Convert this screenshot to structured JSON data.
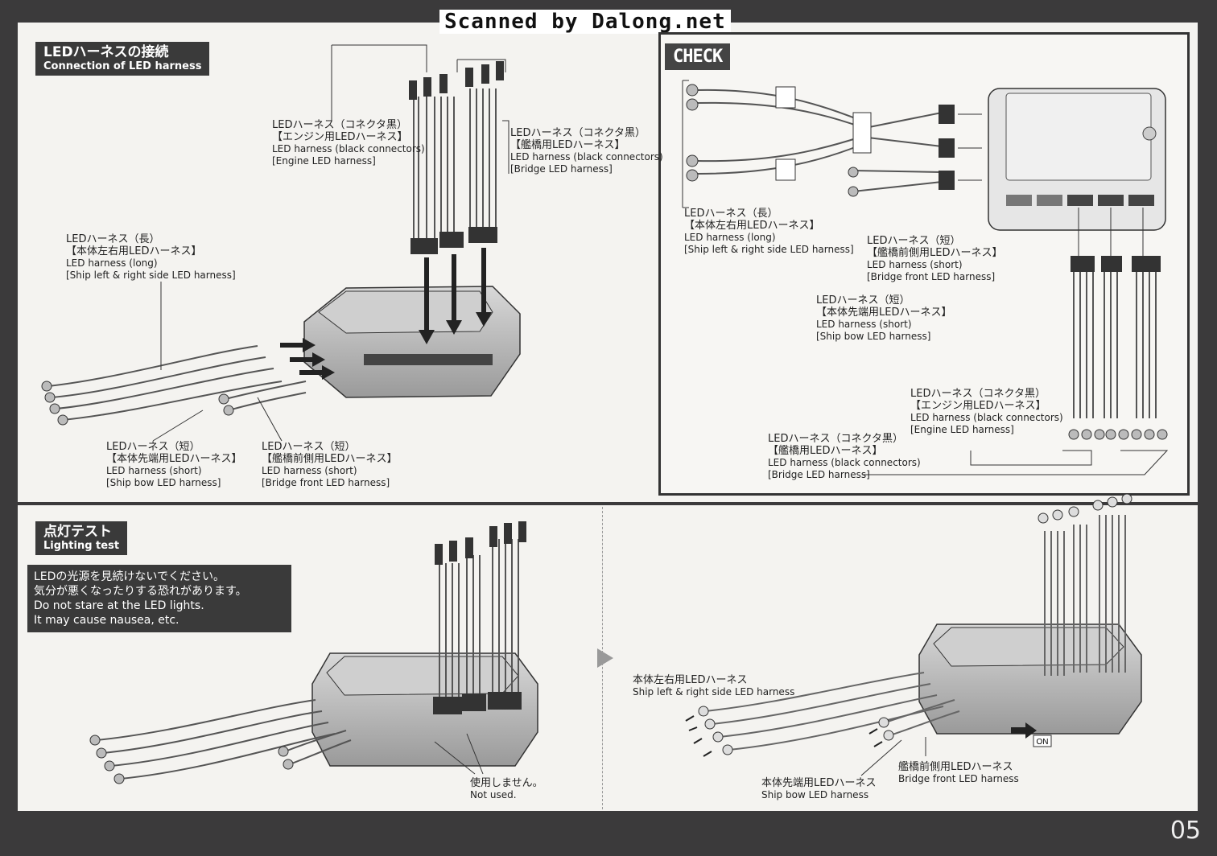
{
  "scan_credit": "Scanned by Dalong.net",
  "page_number": "05",
  "connection": {
    "title_jp": "LEDハーネスの接続",
    "title_en": "Connection of LED harness"
  },
  "check": {
    "title": "CHECK"
  },
  "lighting": {
    "title_jp": "点灯テスト",
    "title_en": "Lighting test"
  },
  "warning": {
    "line1": "LEDの光源を見続けないでください。",
    "line2": "気分が悪くなったりする恐れがあります。",
    "line3": "Do not stare at the LED lights.",
    "line4": "It may cause nausea, etc."
  },
  "labels": {
    "engine": {
      "l1": "LEDハーネス（コネクタ黒）",
      "l2": "【エンジン用LEDハーネス】",
      "l3": "LED harness (black connectors)",
      "l4": "[Engine LED harness]"
    },
    "bridge": {
      "l1": "LEDハーネス（コネクタ黒）",
      "l2": "【艦橋用LEDハーネス】",
      "l3": "LED harness (black connectors)",
      "l4": "[Bridge LED harness]"
    },
    "long": {
      "l1": "LEDハーネス（長）",
      "l2": "【本体左右用LEDハーネス】",
      "l3": "LED harness (long)",
      "l4": "[Ship left & right side LED harness]"
    },
    "bow": {
      "l1": "LEDハーネス（短）",
      "l2": "【本体先端用LEDハーネス】",
      "l3": "LED harness (short)",
      "l4": "[Ship bow LED harness]"
    },
    "front": {
      "l1": "LEDハーネス（短）",
      "l2": "【艦橋前側用LEDハーネス】",
      "l3": "LED harness (short)",
      "l4": "[Bridge front LED harness]"
    },
    "not_used": {
      "l1": "使用しません。",
      "l2": "Not used."
    },
    "side_test": {
      "l1": "本体左右用LEDハーネス",
      "l2": "Ship left & right side LED harness"
    },
    "bow_test": {
      "l1": "本体先端用LEDハーネス",
      "l2": "Ship bow LED harness"
    },
    "front_test": {
      "l1": "艦橋前側用LEDハーネス",
      "l2": "Bridge front LED harness"
    },
    "on": "ON"
  }
}
